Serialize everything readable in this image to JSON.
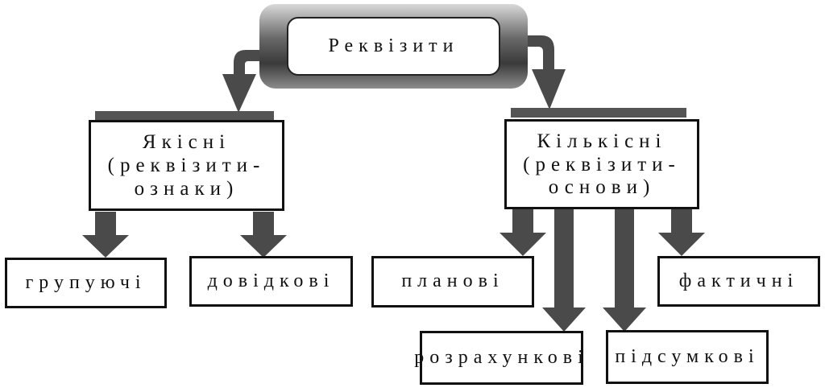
{
  "diagram": {
    "root": {
      "label": "Реквізити"
    },
    "branches": [
      {
        "label": "Якісні\n(реквізити-\nознаки)",
        "children": [
          "групуючі",
          "довідкові"
        ]
      },
      {
        "label": "Кількісні\n(реквізити-\nоснови)",
        "children": [
          "планові",
          "розрахункові",
          "підсумкові",
          "фактичні"
        ]
      }
    ],
    "colors": {
      "arrow": "#4a4a4a",
      "border": "#111111",
      "background": "#ffffff"
    }
  }
}
